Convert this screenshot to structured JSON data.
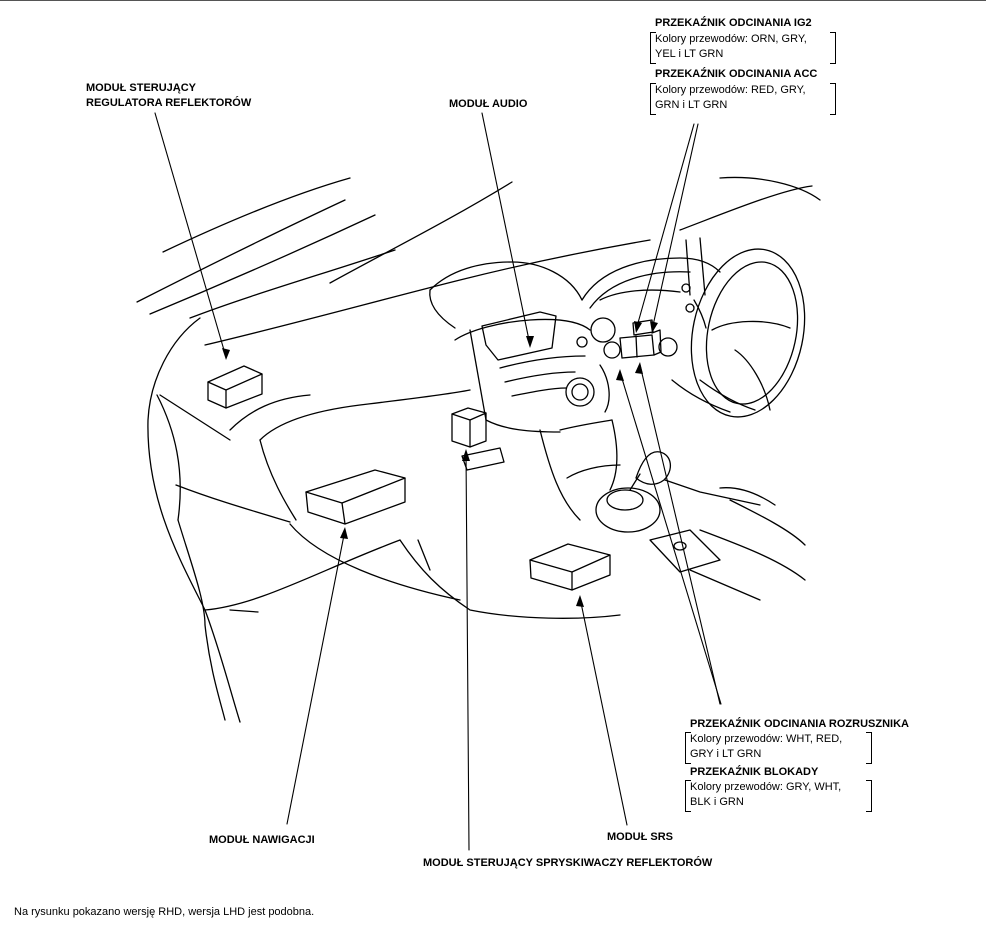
{
  "labels": {
    "headlight_leveling": [
      "MODUŁ STERUJĄCY",
      "REGULATORA REFLEKTORÓW"
    ],
    "audio": "MODUŁ AUDIO",
    "ig2_title": "PRZEKAŹNIK ODCINANIA IG2",
    "ig2_wires": [
      "Kolory przewodów: ORN, GRY,",
      "YEL i LT GRN"
    ],
    "acc_title": "PRZEKAŹNIK ODCINANIA ACC",
    "acc_wires": [
      "Kolory przewodów: RED, GRY,",
      "GRN i LT GRN"
    ],
    "starter_title": "PRZEKAŹNIK ODCINANIA ROZRUSZNIKA",
    "starter_wires": [
      "Kolory przewodów: WHT, RED,",
      "GRY i LT GRN"
    ],
    "lock_title": "PRZEKAŹNIK BLOKADY",
    "lock_wires": [
      "Kolory przewodów: GRY, WHT,",
      "BLK i GRN"
    ],
    "navigation": "MODUŁ NAWIGACJI",
    "srs": "MODUŁ SRS",
    "washer": "MODUŁ STERUJĄCY SPRYSKIWACZY REFLEKTORÓW"
  },
  "footnote": "Na rysunku pokazano wersję RHD, wersja LHD jest podobna."
}
